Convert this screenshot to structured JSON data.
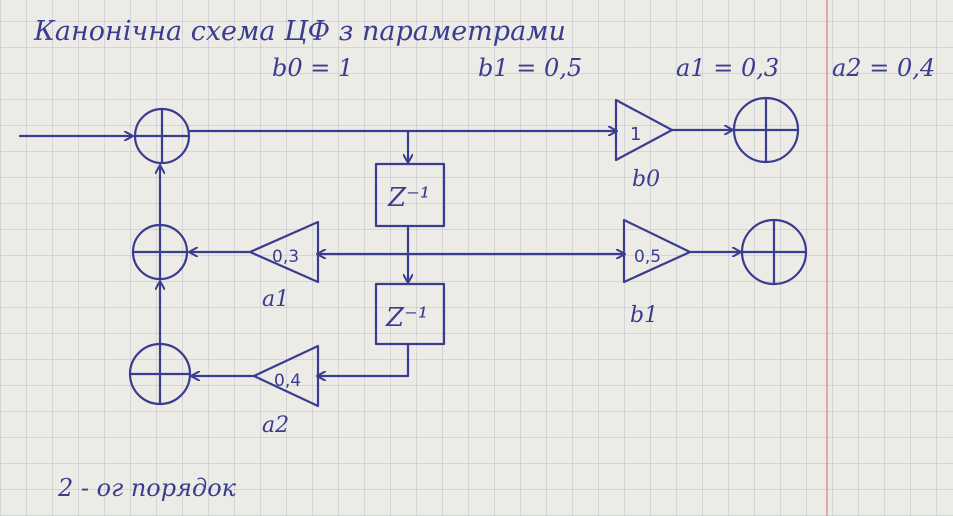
{
  "title": "Канонічна схема ЦФ з параметрами",
  "params": {
    "b0": "b0 = 1",
    "b1": "b1 = 0,5",
    "a1": "a1 = 0,3",
    "a2": "a2 = 0,4"
  },
  "blocks": {
    "delay1": "Z⁻¹",
    "delay2": "Z⁻¹",
    "gain_b0_value": "1",
    "gain_b0_label": "b0",
    "gain_b1_value": "0,5",
    "gain_b1_label": "b1",
    "gain_a1_value": "0,3",
    "gain_a1_label": "a1",
    "gain_a2_value": "0,4",
    "gain_a2_label": "a2"
  },
  "footer": "2 - ог порядок",
  "colors": {
    "ink": "#3a3d8f",
    "paper": "#ecebe6",
    "margin": "#e48a8a"
  }
}
